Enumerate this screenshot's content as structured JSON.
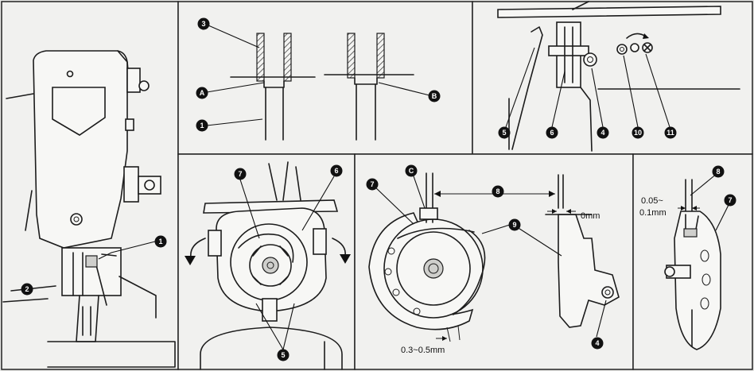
{
  "labels": {
    "n1": "1",
    "n2": "2",
    "n3": "3",
    "n4": "4",
    "n5": "5",
    "n6": "6",
    "n7": "7",
    "n8": "8",
    "n9": "9",
    "n10": "10",
    "n11": "11",
    "lA": "A",
    "lB": "B",
    "lC": "C"
  },
  "dimensions": {
    "zero_mm": "0mm",
    "gap_range": "0.3~0.5mm",
    "clearance_top": "0.05~",
    "clearance_bottom": "0.1mm"
  }
}
